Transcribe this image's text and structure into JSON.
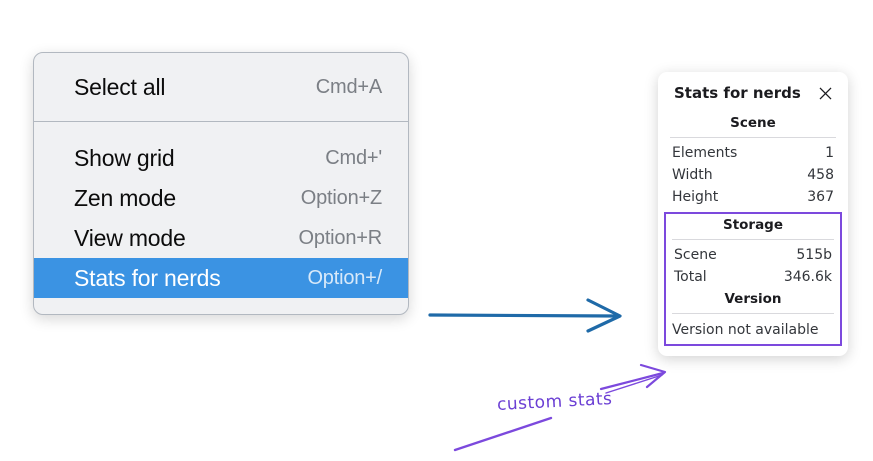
{
  "colors": {
    "menu_background": "#f0f1f3",
    "menu_border": "#b2b8c0",
    "menu_selected": "#3b93e3",
    "annotation_purple": "#7c49dd",
    "annotation_blue": "#1f6aa8",
    "panel_background": "#ffffff"
  },
  "context_menu": {
    "groups": [
      {
        "items": [
          {
            "label": "Select all",
            "shortcut": "Cmd+A",
            "selected": false
          }
        ]
      },
      {
        "items": [
          {
            "label": "Show grid",
            "shortcut": "Cmd+'",
            "selected": false
          },
          {
            "label": "Zen mode",
            "shortcut": "Option+Z",
            "selected": false
          },
          {
            "label": "View mode",
            "shortcut": "Option+R",
            "selected": false
          },
          {
            "label": "Stats for nerds",
            "shortcut": "Option+/",
            "selected": true
          }
        ]
      }
    ]
  },
  "stats_panel": {
    "title": "Stats for nerds",
    "close_icon": "close-icon",
    "scene_section": {
      "heading": "Scene",
      "rows": [
        {
          "key": "Elements",
          "value": "1"
        },
        {
          "key": "Width",
          "value": "458"
        },
        {
          "key": "Height",
          "value": "367"
        }
      ]
    },
    "storage_section": {
      "heading": "Storage",
      "rows": [
        {
          "key": "Scene",
          "value": "515b"
        },
        {
          "key": "Total",
          "value": "346.6k"
        }
      ]
    },
    "version_section": {
      "heading": "Version",
      "text": "Version not available"
    }
  },
  "annotations": {
    "flow_arrow": "arrow-right-icon",
    "callout_label": "custom stats",
    "callout_arrow": "arrow-pointer-icon"
  }
}
